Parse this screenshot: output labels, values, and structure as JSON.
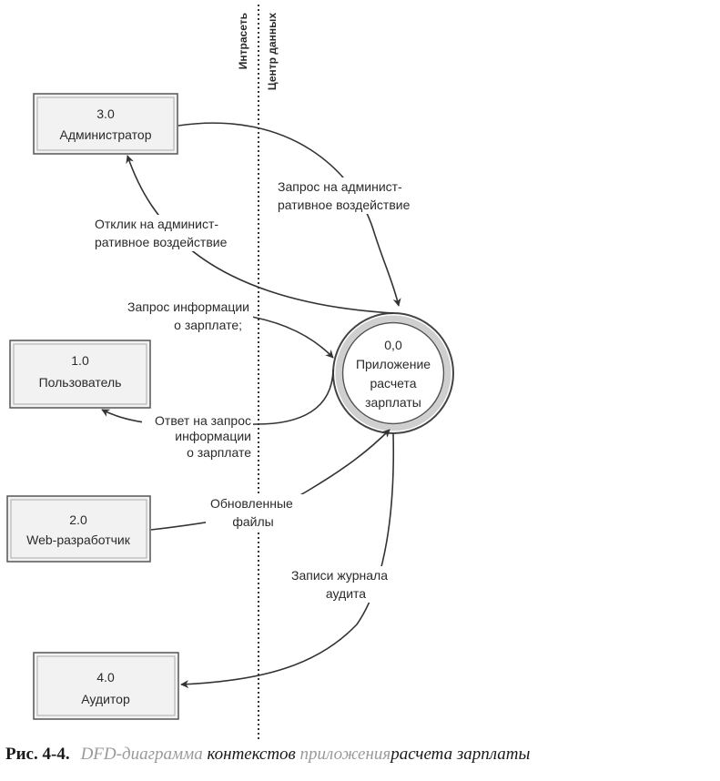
{
  "zones": {
    "left": "Интрасеть",
    "right": "Центр данных"
  },
  "entities": {
    "admin": {
      "id": "3.0",
      "name": "Администратор"
    },
    "user": {
      "id": "1.0",
      "name": "Пользователь"
    },
    "developer": {
      "id": "2.0",
      "name": "Web-разработчик"
    },
    "auditor": {
      "id": "4.0",
      "name": "Аудитор"
    }
  },
  "process": {
    "id": "0,0",
    "line1": "Приложение",
    "line2": "расчета",
    "line3": "зарплаты"
  },
  "flows": {
    "admin_request": {
      "line1": "Запрос на админист-",
      "line2": "ративное воздействие"
    },
    "admin_response": {
      "line1": "Отклик на админист-",
      "line2": "ративное воздействие"
    },
    "info_request": {
      "line1": "Запрос информации",
      "line2": "о зарплате;"
    },
    "info_response": {
      "line1": "Ответ на запрос",
      "line2": "информации",
      "line3": "о зарплате"
    },
    "updated_files": {
      "line1": "Обновленные",
      "line2": "файлы"
    },
    "audit_log": {
      "line1": "Записи журнала",
      "line2": "аудита"
    }
  },
  "caption": {
    "figure": "Рис. 4-4.",
    "part1": "DFD-диаграмма",
    "part2": "контекстов",
    "part3": "приложения",
    "part4": "расчета зарплаты"
  }
}
